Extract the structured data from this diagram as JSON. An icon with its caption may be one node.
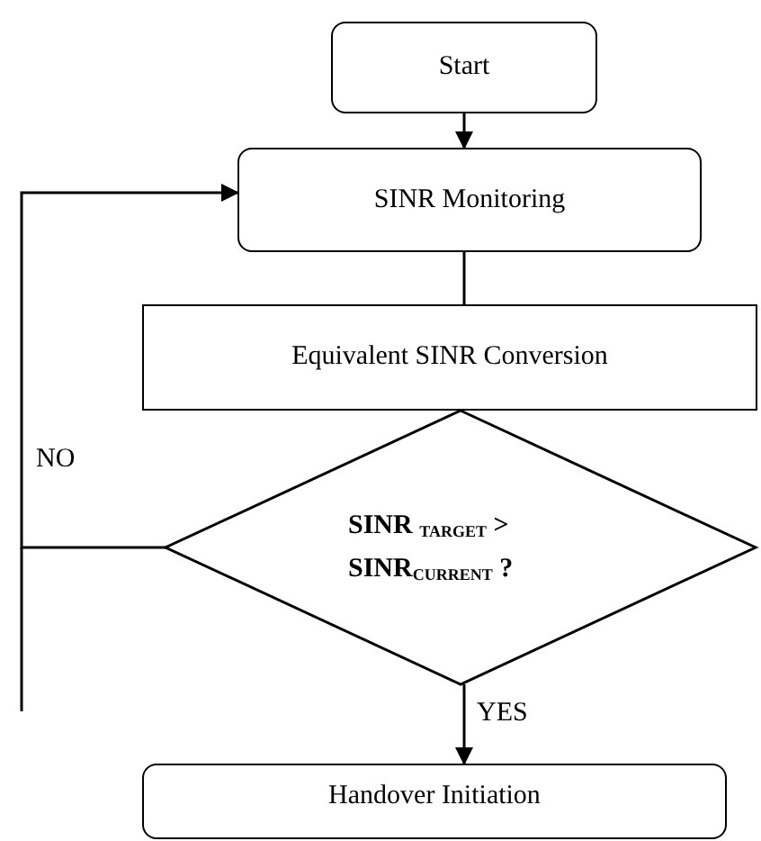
{
  "diagram": {
    "nodes": [
      {
        "text": [
          "Start"
        ]
      },
      {
        "text": [
          "SINR Monitoring"
        ]
      },
      {
        "text": [
          "Equivalent SINR Conversion"
        ]
      },
      {
        "text": [
          "SINR $_{TARGET}$ > SINR$_{CURRENT}$ ?"
        ]
      },
      {
        "text": [
          "Handover Initiation"
        ]
      }
    ],
    "edges": [
      {
        "from": 0,
        "to": 1,
        "arrow": "to"
      },
      {
        "from": 1,
        "to": 2,
        "arrow": "none"
      },
      {
        "from": 3,
        "to": 4,
        "arrow": "to",
        "label": "YES"
      },
      {
        "from": 3,
        "to": 1,
        "arrow": "to",
        "label": "NO"
      }
    ]
  }
}
